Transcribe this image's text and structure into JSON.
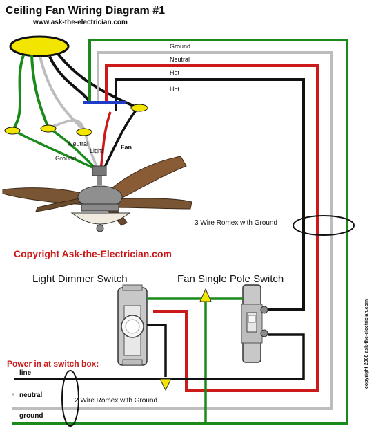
{
  "title": "Ceiling Fan Wiring Diagram #1",
  "url": "www.ask-the-electrician.com",
  "copyright": "Copyright Ask-the-Electrician.com",
  "side_copyright": "copyright 2008 ask-the-electrician.com",
  "wire_labels": {
    "ground": "Ground",
    "neutral": "Neutral",
    "hot1": "Hot",
    "hot2": "Hot"
  },
  "fan_labels": {
    "neutral": "Neutral",
    "light": "Light",
    "fan": "Fan",
    "ground": "Ground"
  },
  "romex3": "3 Wire Romex with Ground",
  "romex2": "2 Wire Romex with Ground",
  "light_switch": "Light Dimmer Switch",
  "fan_switch": "Fan Single Pole Switch",
  "power_in": "Power in at switch box:",
  "supply": {
    "line": "line",
    "neutral": "neutral",
    "ground": "ground"
  },
  "colors": {
    "ground": "#1a8a1a",
    "neutral": "#bdbdbd",
    "hot_red": "#cc1a1a",
    "hot_black": "#111111",
    "wirenut": "#f2e600",
    "blue": "#1e3cc8",
    "copyright": "#cc1a1a"
  }
}
